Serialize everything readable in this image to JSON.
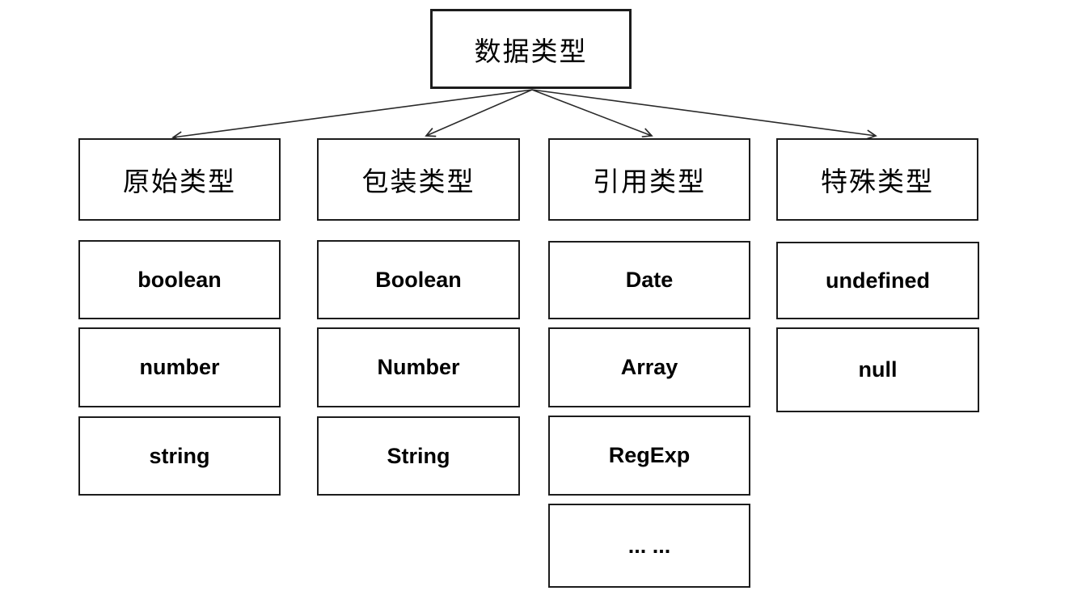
{
  "diagram": {
    "title": "JavaScript data types tree",
    "root": {
      "label": "数据类型"
    },
    "columns": [
      {
        "header": "原始类型",
        "items": [
          "boolean",
          "number",
          "string"
        ]
      },
      {
        "header": "包装类型",
        "items": [
          "Boolean",
          "Number",
          "String"
        ]
      },
      {
        "header": "引用类型",
        "items": [
          "Date",
          "Array",
          "RegExp",
          "... ..."
        ]
      },
      {
        "header": "特殊类型",
        "items": [
          "undefined",
          "null"
        ]
      }
    ],
    "colors": {
      "border": "#1c1c1c",
      "background": "#ffffff",
      "text": "#000000",
      "arrow": "#2a2a2a"
    }
  }
}
